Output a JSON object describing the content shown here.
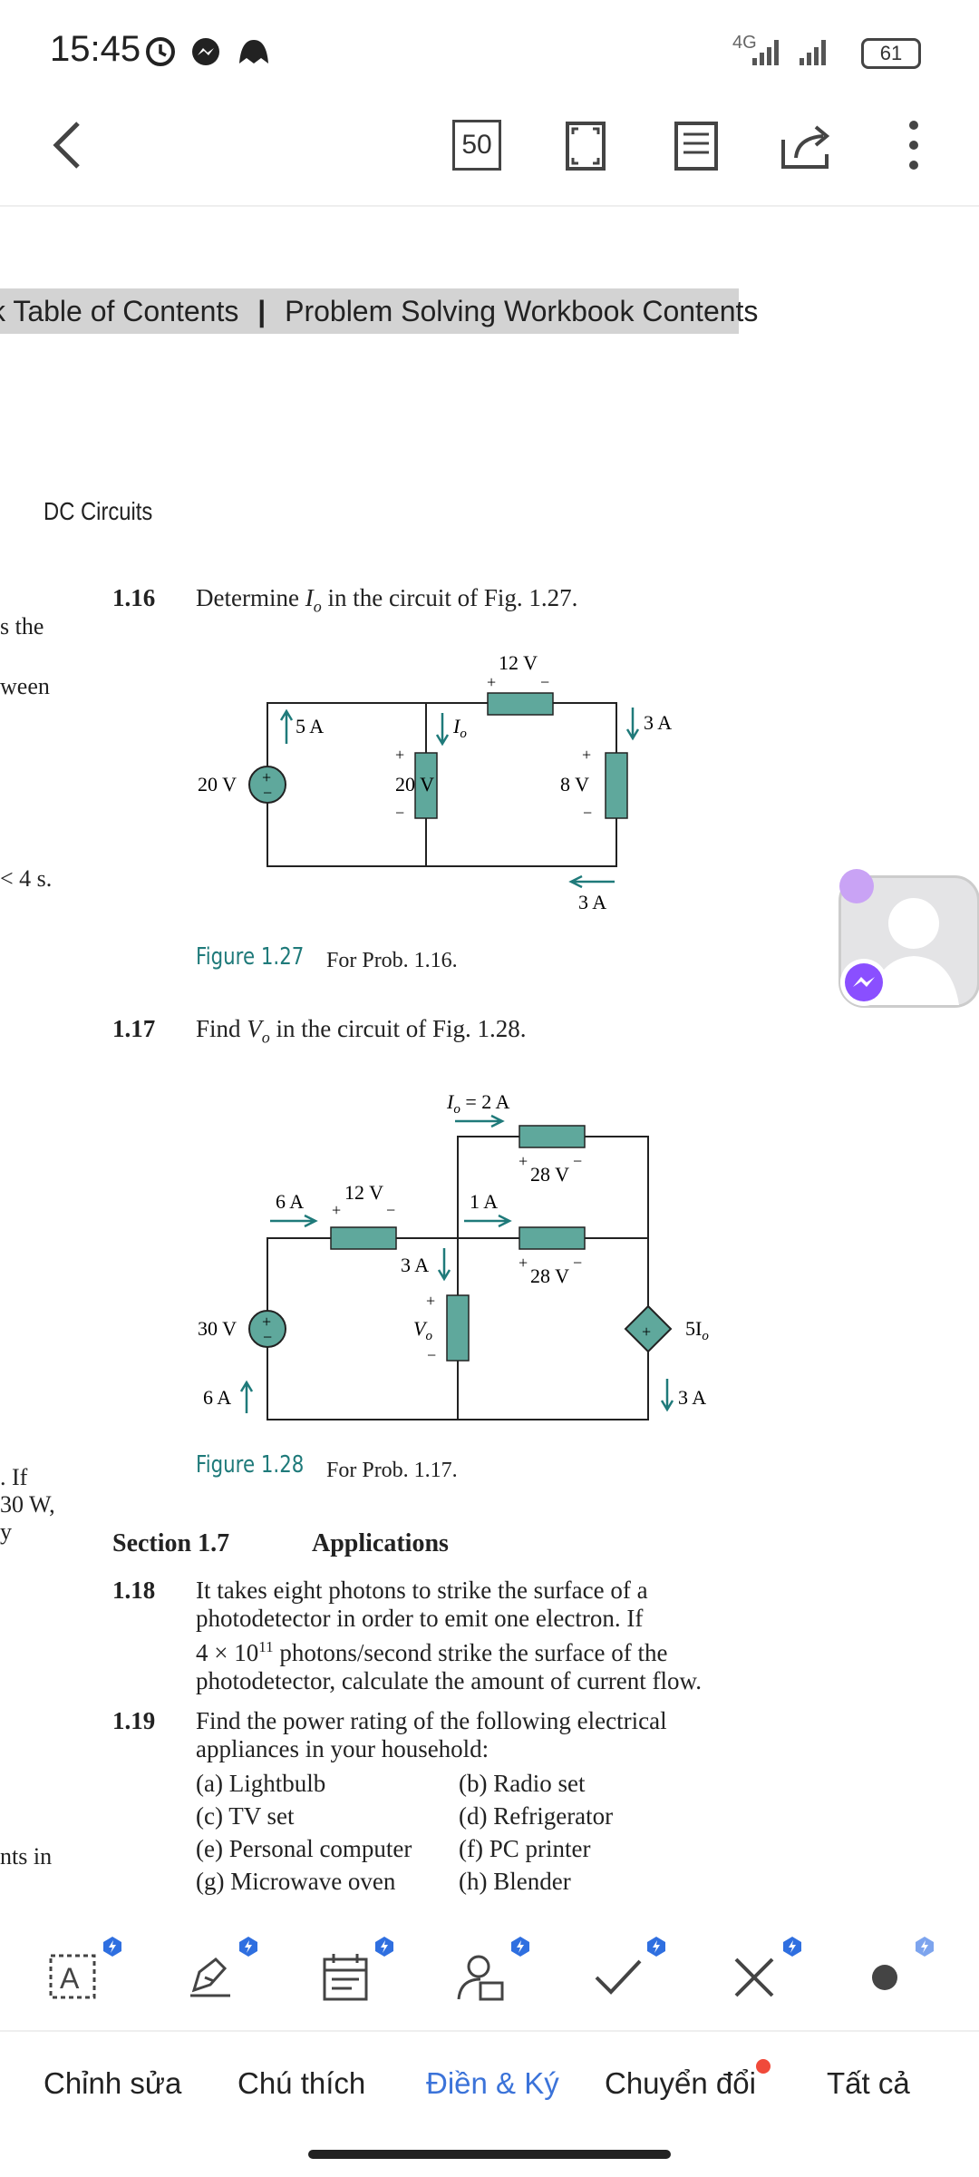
{
  "status_bar": {
    "time": "15:45",
    "network": "4G",
    "battery": "61"
  },
  "toolbar": {
    "page_count": "50"
  },
  "toc": {
    "left_text": "k Table of Contents",
    "separator": "|",
    "right_text": "Problem Solving Workbook Contents"
  },
  "doc": {
    "running_head": "DC Circuits",
    "left_clipped": [
      "s the",
      "ween",
      "< 4 s.",
      ". If",
      "30 W,",
      "y",
      "nts in"
    ],
    "p116": {
      "num": "1.16",
      "text_before": "Determine ",
      "var": "I",
      "sub": "o",
      "text_after": " in the circuit of Fig. 1.27."
    },
    "fig127": {
      "label": "Figure 1.27",
      "caption": "For Prob. 1.16.",
      "labels": {
        "top_v": "12 V",
        "src_v": "20 V",
        "i_src": "5 A",
        "mid_v": "20 V",
        "io": "I",
        "io_sub": "o",
        "right_v": "8 V",
        "i_right": "3 A",
        "i_bottom": "3 A",
        "plus": "+",
        "minus": "−"
      }
    },
    "p117": {
      "num": "1.17",
      "text_before": "Find ",
      "var": "V",
      "sub": "o",
      "text_after": " in the circuit of Fig. 1.28."
    },
    "fig128": {
      "label": "Figure 1.28",
      "caption": "For Prob. 1.17.",
      "labels": {
        "io_top": "I",
        "io_top_sub": "o",
        "io_top_val": " = 2 A",
        "v28a": "28 V",
        "v28b": "28 V",
        "i6a_top": "6 A",
        "v12": "12 V",
        "i1a": "1 A",
        "i3a_mid": "3 A",
        "vo": "V",
        "vo_sub": "o",
        "src_v": "30 V",
        "i6a_bot": "6 A",
        "dep": "5I",
        "dep_sub": "o",
        "i3a_right": "3 A",
        "plus": "+",
        "minus": "−"
      }
    },
    "section": {
      "num": "Section 1.7",
      "title": "Applications"
    },
    "p118": {
      "num": "1.18",
      "lines": [
        "It takes eight photons to strike the surface of a",
        "photodetector in order to emit one electron. If",
        "photons/second strike the surface of the",
        "photodetector, calculate the amount of current flow."
      ],
      "sci_base": "4 × 10",
      "sci_exp": "11"
    },
    "p119": {
      "num": "1.19",
      "lines": [
        "Find the power rating of the following electrical",
        "appliances in your household:"
      ],
      "items": [
        [
          "(a)  Lightbulb",
          "(b)  Radio set"
        ],
        [
          "(c)  TV set",
          "(d)  Refrigerator"
        ],
        [
          "(e)  Personal computer",
          "(f)  PC printer"
        ],
        [
          "(g)  Microwave oven",
          "(h)  Blender"
        ]
      ]
    }
  },
  "bottom_tabs": [
    "Chỉnh sửa",
    "Chú thích",
    "Điền & Ký",
    "Chuyển đổi",
    "Tất cả"
  ],
  "colors": {
    "accent": "#3b73d9",
    "teal": "#1f7a7a",
    "resistor": "#5fa89c",
    "badge": "#2f6fe0",
    "notify": "#f04a3a"
  }
}
